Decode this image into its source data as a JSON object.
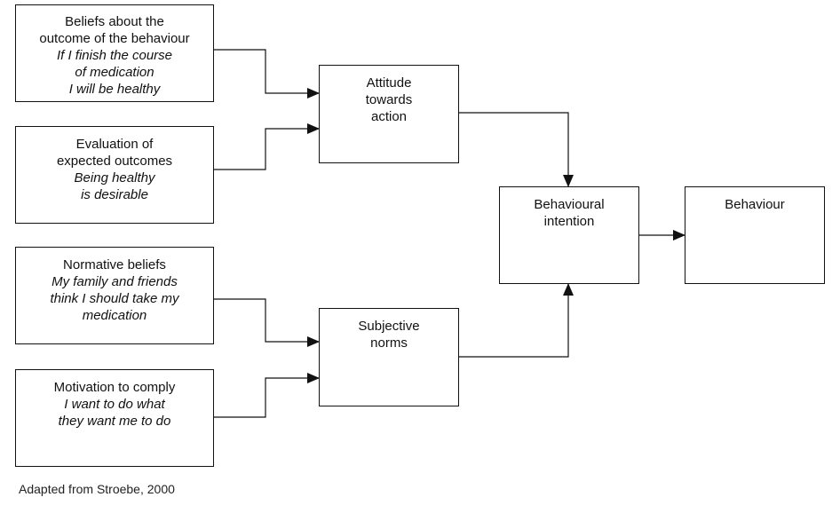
{
  "diagram": {
    "beliefs": {
      "title_lines": [
        "Beliefs about the",
        "outcome of the behaviour"
      ],
      "example_lines": [
        "If I finish the course",
        "of medication",
        "I will be healthy"
      ]
    },
    "evaluation": {
      "title_lines": [
        "Evaluation of",
        "expected outcomes"
      ],
      "example_lines": [
        "Being healthy",
        "is desirable"
      ]
    },
    "normative": {
      "title_lines": [
        "Normative beliefs"
      ],
      "example_lines": [
        "My family and friends",
        "think I should take my",
        "medication"
      ]
    },
    "motivation": {
      "title_lines": [
        "Motivation to comply"
      ],
      "example_lines": [
        "I want to do what",
        "they want me to do"
      ]
    },
    "attitude": {
      "lines": [
        "Attitude",
        "towards",
        "action"
      ]
    },
    "subjective": {
      "lines": [
        "Subjective",
        "norms"
      ]
    },
    "intention": {
      "lines": [
        "Behavioural",
        "intention"
      ]
    },
    "behaviour": {
      "lines": [
        "Behaviour"
      ]
    },
    "source_note": "Adapted from Stroebe, 2000"
  }
}
